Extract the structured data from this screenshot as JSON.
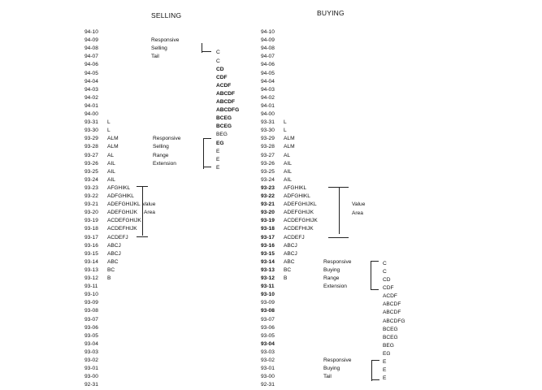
{
  "sell": {
    "title": "SELLING",
    "rows": [
      {
        "p": "94-10",
        "t": ""
      },
      {
        "p": "94-09",
        "t": ""
      },
      {
        "p": "94-08",
        "t": ""
      },
      {
        "p": "94-07",
        "t": ""
      },
      {
        "p": "94-06",
        "t": ""
      },
      {
        "p": "94-05",
        "t": ""
      },
      {
        "p": "94-04",
        "t": ""
      },
      {
        "p": "94-03",
        "t": ""
      },
      {
        "p": "94-02",
        "t": ""
      },
      {
        "p": "94-01",
        "t": ""
      },
      {
        "p": "94-00",
        "t": ""
      },
      {
        "p": "93-31",
        "t": "L"
      },
      {
        "p": "93-30",
        "t": "L"
      },
      {
        "p": "93-29",
        "t": "ALM"
      },
      {
        "p": "93-28",
        "t": "ALM"
      },
      {
        "p": "93-27",
        "t": "AL"
      },
      {
        "p": "93-26",
        "t": "AIL"
      },
      {
        "p": "93-25",
        "t": "AIL"
      },
      {
        "p": "93-24",
        "t": "AIL"
      },
      {
        "p": "93-23",
        "t": "AFGHIKL"
      },
      {
        "p": "93-22",
        "t": "ADFGHIKL"
      },
      {
        "p": "93-21",
        "t": "ADEFGHIJKL"
      },
      {
        "p": "93-20",
        "t": "ADEFGHIJK"
      },
      {
        "p": "93-19",
        "t": "ACDEFGHIJK"
      },
      {
        "p": "93-18",
        "t": "ACDEFHIJK"
      },
      {
        "p": "93-17",
        "t": "ACDEFJ"
      },
      {
        "p": "93-16",
        "t": "ABCJ"
      },
      {
        "p": "93-15",
        "t": "ABCJ"
      },
      {
        "p": "93-14",
        "t": "ABC"
      },
      {
        "p": "93-13",
        "t": "BC"
      },
      {
        "p": "93-12",
        "t": "B"
      },
      {
        "p": "93-11",
        "t": ""
      },
      {
        "p": "93-10",
        "t": ""
      },
      {
        "p": "93-09",
        "t": ""
      },
      {
        "p": "93-08",
        "t": ""
      },
      {
        "p": "93-07",
        "t": ""
      },
      {
        "p": "93-06",
        "t": ""
      },
      {
        "p": "93-05",
        "t": ""
      },
      {
        "p": "93-04",
        "t": ""
      },
      {
        "p": "93-03",
        "t": ""
      },
      {
        "p": "93-02",
        "t": ""
      },
      {
        "p": "93-01",
        "t": ""
      },
      {
        "p": "93-00",
        "t": ""
      },
      {
        "p": "92-31",
        "t": ""
      }
    ],
    "ext_rows": [
      "C",
      "C",
      "CD",
      "CDF",
      "ACDF",
      "ABCDF",
      "ABCDF",
      "ABCDFG",
      "BCEG",
      "BCEG",
      "BEG",
      "EG",
      "E",
      "E",
      "E"
    ],
    "tail_labels": [
      "Responsive",
      "Selling",
      "Tail"
    ],
    "range_labels": [
      "Responsive",
      "Selling",
      "Range",
      "Extension"
    ],
    "value_area_labels": [
      "Value",
      "Area"
    ]
  },
  "buy": {
    "title": "BUYING",
    "rows": [
      {
        "p": "94-10",
        "t": ""
      },
      {
        "p": "94-09",
        "t": ""
      },
      {
        "p": "94-08",
        "t": ""
      },
      {
        "p": "94-07",
        "t": ""
      },
      {
        "p": "94-06",
        "t": ""
      },
      {
        "p": "94-05",
        "t": ""
      },
      {
        "p": "94-04",
        "t": ""
      },
      {
        "p": "94-03",
        "t": ""
      },
      {
        "p": "94-02",
        "t": ""
      },
      {
        "p": "94-01",
        "t": ""
      },
      {
        "p": "94-00",
        "t": ""
      },
      {
        "p": "93-31",
        "t": "L"
      },
      {
        "p": "93-30",
        "t": "L"
      },
      {
        "p": "93-29",
        "t": "ALM"
      },
      {
        "p": "93-28",
        "t": "ALM"
      },
      {
        "p": "93-27",
        "t": "AL"
      },
      {
        "p": "93-26",
        "t": "AIL"
      },
      {
        "p": "93-25",
        "t": "AIL"
      },
      {
        "p": "93-24",
        "t": "AIL"
      },
      {
        "p": "93-23",
        "t": "AFGHIKL"
      },
      {
        "p": "93-22",
        "t": "ADFGHIKL"
      },
      {
        "p": "93-21",
        "t": "ADEFGHIJKL"
      },
      {
        "p": "93-20",
        "t": "ADEFGHIJK"
      },
      {
        "p": "93-19",
        "t": "ACDEFGHIJK"
      },
      {
        "p": "93-18",
        "t": "ACDEFHIJK"
      },
      {
        "p": "93-17",
        "t": "ACDEFJ"
      },
      {
        "p": "93-16",
        "t": "ABCJ"
      },
      {
        "p": "93-15",
        "t": "ABCJ"
      },
      {
        "p": "93-14",
        "t": "ABC"
      },
      {
        "p": "93-13",
        "t": "BC"
      },
      {
        "p": "93-12",
        "t": "B"
      },
      {
        "p": "93-11",
        "t": ""
      },
      {
        "p": "93-10",
        "t": ""
      },
      {
        "p": "93-09",
        "t": ""
      },
      {
        "p": "93-08",
        "t": ""
      },
      {
        "p": "93-07",
        "t": ""
      },
      {
        "p": "93-06",
        "t": ""
      },
      {
        "p": "93-05",
        "t": ""
      },
      {
        "p": "93-04",
        "t": ""
      },
      {
        "p": "93-03",
        "t": ""
      },
      {
        "p": "93-02",
        "t": ""
      },
      {
        "p": "93-01",
        "t": ""
      },
      {
        "p": "93-00",
        "t": ""
      },
      {
        "p": "92-31",
        "t": ""
      }
    ],
    "ext_rows": [
      "C",
      "C",
      "CD",
      "CDF",
      "ACDF",
      "ABCDF",
      "ABCDF",
      "ABCDFG",
      "BCEG",
      "BCEG",
      "BEG",
      "EG",
      "E",
      "E",
      "E"
    ],
    "range_labels": [
      "Responsive",
      "Buying",
      "Range",
      "Extension"
    ],
    "tail_labels": [
      "Responsive",
      "Buying",
      "Tail"
    ],
    "value_area_labels": [
      "Value",
      "Area"
    ]
  }
}
